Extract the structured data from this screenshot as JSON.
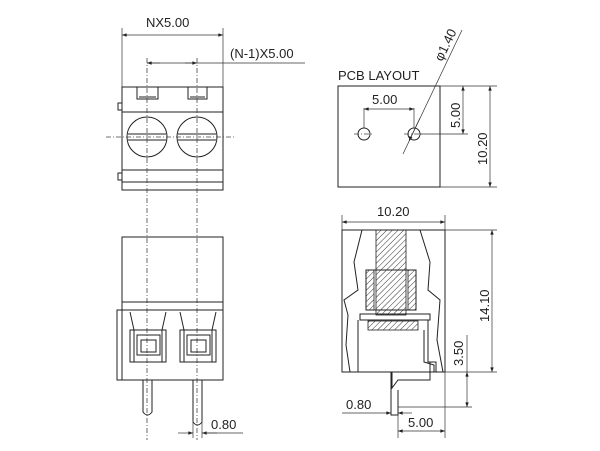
{
  "views": {
    "top_view": {
      "overall_width_label": "NX5.00",
      "pitch_label": "(N-1)X5.00"
    },
    "front_view": {
      "pin_width_label": "0.80"
    },
    "pcb_layout": {
      "title": "PCB LAYOUT",
      "hole_pitch_label": "5.00",
      "row_offset_label": "5.00",
      "depth_label": "10.20",
      "hole_diameter_label": "φ1.40"
    },
    "side_section": {
      "depth_label": "10.20",
      "height_label": "14.10",
      "pin_length_label": "3.50",
      "pin_width_label": "0.80",
      "pin_offset_label": "5.00"
    }
  }
}
